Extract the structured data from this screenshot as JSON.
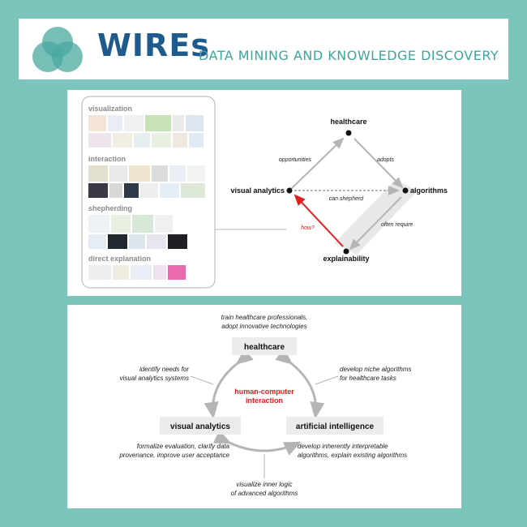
{
  "header": {
    "logo_word": "WIREs",
    "journal_name": "DATA MINING AND KNOWLEDGE DISCOVERY"
  },
  "panel1": {
    "categories": [
      "visualization",
      "interaction",
      "shepherding",
      "direct explanation"
    ],
    "nodes": {
      "healthcare": "healthcare",
      "visual_analytics": "visual analytics",
      "algorithms": "algorithms",
      "explainability": "explainability"
    },
    "edges": {
      "opportunities": "opportunities",
      "adopts": "adopts",
      "can_shepherd": "can shepherd",
      "how": "how?",
      "often_require": "often require"
    },
    "colors": {
      "how_arrow": "#e02020",
      "arrow": "#b5b5b5",
      "band": "#e8e8e8"
    }
  },
  "panel2": {
    "center": [
      "human-computer",
      "interaction"
    ],
    "nodes": {
      "healthcare": "healthcare",
      "visual_analytics": "visual analytics",
      "ai": "artificial intelligence"
    },
    "notes": {
      "top": [
        "train healthcare professionals,",
        "adopt innovative technologies"
      ],
      "left_upper": [
        "identify needs for",
        "visual analytics systems"
      ],
      "right_upper": [
        "develop niche algorithms",
        "for healthcare tasks"
      ],
      "left_lower": [
        "formalize evaluation, clarify data",
        "provenance, improve user acceptance"
      ],
      "right_lower": [
        "develop inherently interpretable",
        "algorithms, explain existing algorithms"
      ],
      "bottom": [
        "visualize inner logic",
        "of advanced algorithms"
      ]
    },
    "colors": {
      "center_text": "#e02020",
      "node_fill": "#ececec"
    }
  }
}
